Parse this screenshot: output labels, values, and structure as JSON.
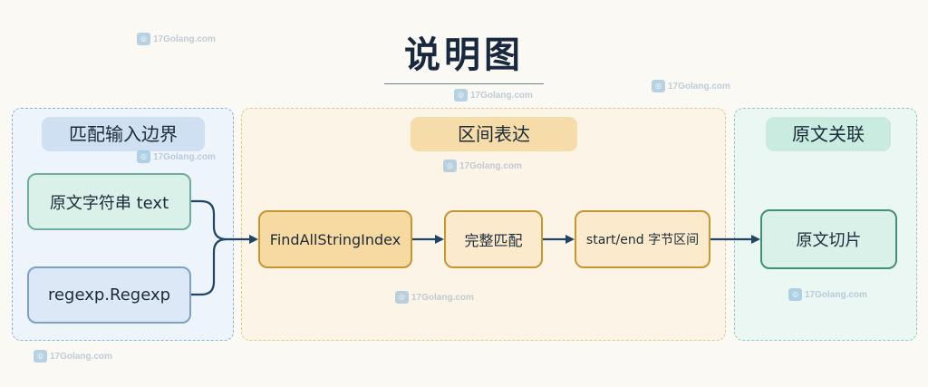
{
  "title": "说明图",
  "groups": {
    "left": {
      "label": "匹配输入边界"
    },
    "middle": {
      "label": "区间表达"
    },
    "right": {
      "label": "原文关联"
    }
  },
  "nodes": {
    "source_text": "原文字符串 text",
    "regexp": "regexp.Regexp",
    "find_all": "FindAllStringIndex",
    "full_match": "完整匹配",
    "byte_range": "start/end 字节区间",
    "source_slice": "原文切片"
  },
  "watermark": {
    "text": "17Golang.com"
  },
  "colors": {
    "arrow": "#1f4466",
    "title": "#18293f",
    "left_bg": "#eef4fb",
    "middle_bg": "#fcf4e6",
    "right_bg": "#ebf7f3"
  }
}
